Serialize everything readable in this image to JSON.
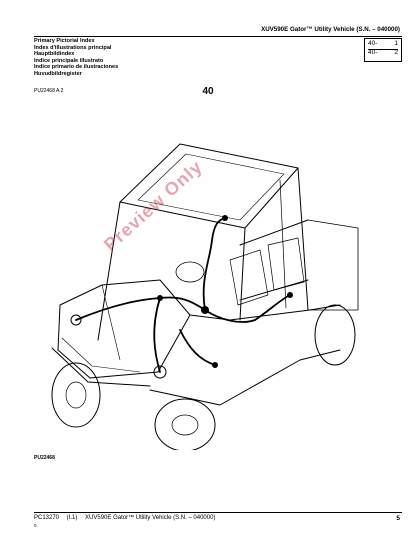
{
  "header": {
    "title": "XUV590E Gator™ Utility Vehicle (S.N. – 040000)"
  },
  "index_titles": [
    "Primary Pictorial Index",
    "Index d'illustrations principal",
    "Hauptbildindex",
    "Indice principale illustrato",
    "Indice primario de ilustraciones",
    "Huvudbildregister"
  ],
  "reference_box": {
    "rows": [
      {
        "label": "40-",
        "number": "1"
      },
      {
        "label": "40-",
        "number": "2"
      }
    ]
  },
  "figure_code_top": "PU22468 A.2",
  "section_number": "40",
  "illustration": {
    "watermark": "Preview Only",
    "watermark_color": "#c8102e",
    "figure_code": "PU22468"
  },
  "footer": {
    "publication": "PC13270",
    "revision": "(I.1)",
    "model": "XUV590E Gator™ Utility Vehicle (S.N. – 040000)",
    "sub": "0",
    "page_number": "5"
  }
}
